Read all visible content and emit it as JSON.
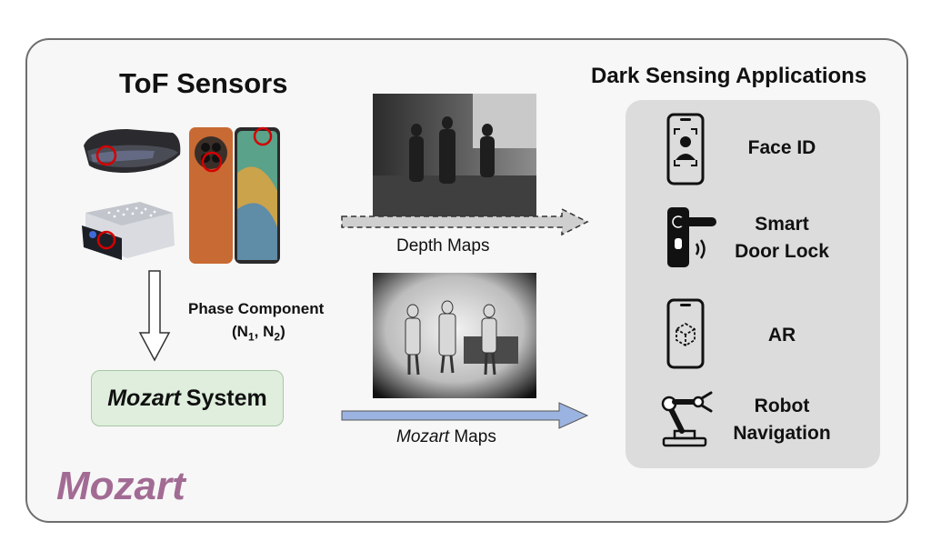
{
  "tof": {
    "title": "ToF Sensors",
    "phase_component": "Phase Component",
    "phase_symbol_n": "N",
    "phase_sub_1": "1",
    "phase_sub_2": "2"
  },
  "system": {
    "name_italic": "Mozart",
    "name_rest": "System"
  },
  "maps": {
    "depth_label": "Depth Maps",
    "mozart_label_italic": "Mozart",
    "mozart_label_rest": "Maps"
  },
  "brand": {
    "name": "Mozart",
    "color": "#a26b94"
  },
  "applications": {
    "title": "Dark Sensing Applications",
    "items": [
      {
        "icon": "face-id-phone-icon",
        "label_line1": "Face ID"
      },
      {
        "icon": "smart-lock-icon",
        "label_line1": "Smart",
        "label_line2": "Door Lock"
      },
      {
        "icon": "ar-phone-icon",
        "label_line1": "AR"
      },
      {
        "icon": "robot-arm-icon",
        "label_line1": "Robot",
        "label_line2": "Navigation"
      }
    ]
  },
  "colors": {
    "system_box_fill": "#dfeedd",
    "mozart_arrow": "#9bb3e0",
    "depth_arrow": "#cfcfcf",
    "sensor_highlight": "#d40000"
  }
}
